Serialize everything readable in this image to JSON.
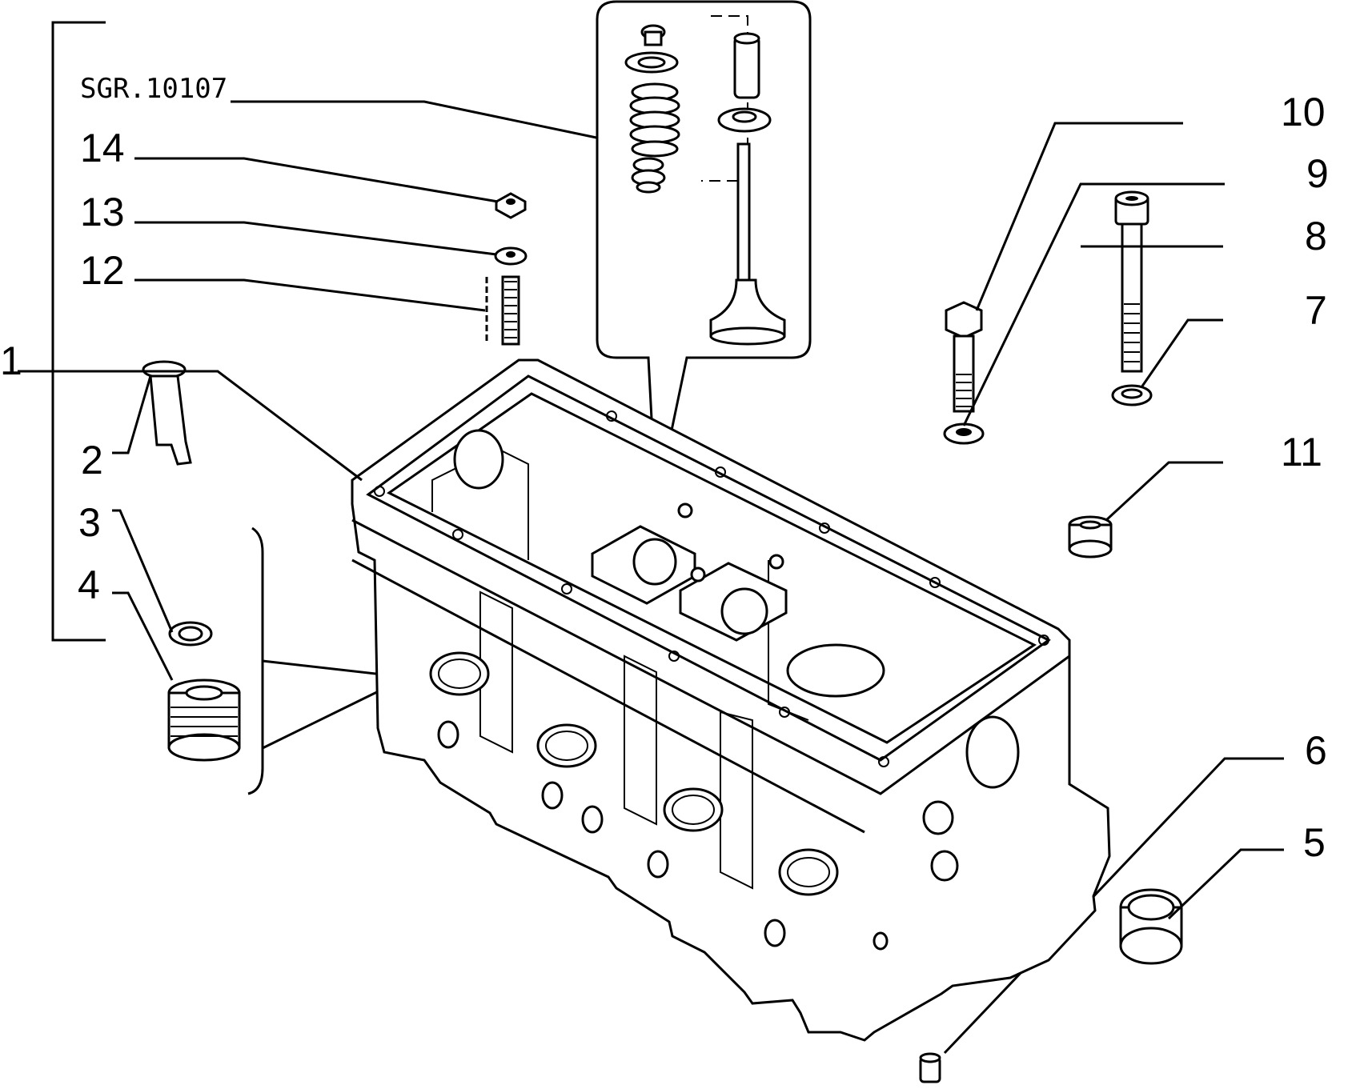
{
  "reference_code": "SGR.10107",
  "callouts": [
    {
      "id": "1",
      "text": "1"
    },
    {
      "id": "2",
      "text": "2"
    },
    {
      "id": "3",
      "text": "3"
    },
    {
      "id": "4",
      "text": "4"
    },
    {
      "id": "5",
      "text": "5"
    },
    {
      "id": "6",
      "text": "6"
    },
    {
      "id": "7",
      "text": "7"
    },
    {
      "id": "8",
      "text": "8"
    },
    {
      "id": "9",
      "text": "9"
    },
    {
      "id": "10",
      "text": "10"
    },
    {
      "id": "11",
      "text": "11"
    },
    {
      "id": "12",
      "text": "12"
    },
    {
      "id": "13",
      "text": "13"
    },
    {
      "id": "14",
      "text": "14"
    }
  ]
}
